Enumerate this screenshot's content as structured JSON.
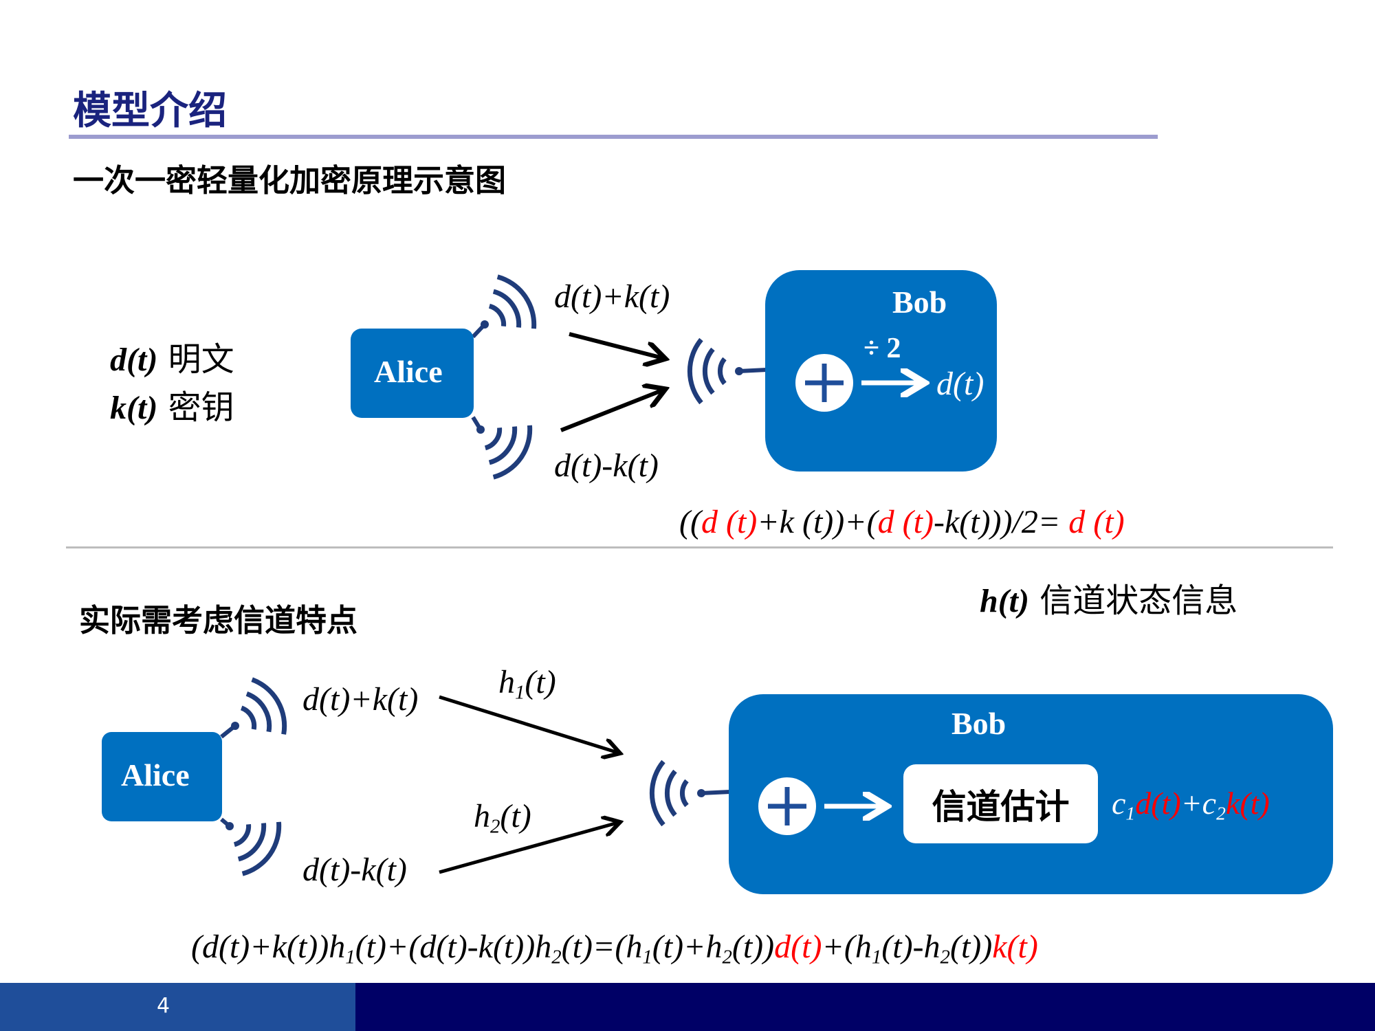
{
  "title": "模型介绍",
  "section1": {
    "heading": "一次一密轻量化加密原理示意图",
    "defs": [
      {
        "sym": "d(t)",
        "label": " 明文"
      },
      {
        "sym": "k(t)",
        "label": " 密钥"
      }
    ],
    "alice": "Alice",
    "bob": "Bob",
    "upper_signal": "d(t)+k(t)",
    "lower_signal": "d(t)-k(t)",
    "divide": "÷ 2",
    "output": "d(t)",
    "formula": [
      {
        "text": "((",
        "color": "black"
      },
      {
        "text": "d (t)",
        "color": "red"
      },
      {
        "text": "+k (t))+(",
        "color": "black"
      },
      {
        "text": "d (t)",
        "color": "red"
      },
      {
        "text": "-k(t)))/2= ",
        "color": "black"
      },
      {
        "text": "d (t)",
        "color": "red"
      }
    ]
  },
  "section2": {
    "heading": "实际需考虑信道特点",
    "channel_def": {
      "sym": "h(t)",
      "label": " 信道状态信息"
    },
    "alice": "Alice",
    "bob": "Bob",
    "upper_signal": "d(t)+k(t)",
    "lower_signal": "d(t)-k(t)",
    "h1": {
      "base": "h",
      "sub": "1",
      "rest": "(t)"
    },
    "h2": {
      "base": "h",
      "sub": "2",
      "rest": "(t)"
    },
    "estimator": "信道估计",
    "output": [
      {
        "text": "c",
        "color": "white"
      },
      {
        "text": "1",
        "color": "white",
        "sub": true
      },
      {
        "text": "d(t)",
        "color": "red"
      },
      {
        "text": "+c",
        "color": "white"
      },
      {
        "text": "2",
        "color": "white",
        "sub": true
      },
      {
        "text": "k(t)",
        "color": "red"
      }
    ],
    "formula": [
      {
        "text": "(d(t)+k(t))h",
        "color": "black"
      },
      {
        "text": "1",
        "color": "black",
        "sub": true
      },
      {
        "text": "(t)+(d(t)-k(t))h",
        "color": "black"
      },
      {
        "text": "2",
        "color": "black",
        "sub": true
      },
      {
        "text": "(t)=(h",
        "color": "black"
      },
      {
        "text": "1",
        "color": "black",
        "sub": true
      },
      {
        "text": "(t)+h",
        "color": "black"
      },
      {
        "text": "2",
        "color": "black",
        "sub": true
      },
      {
        "text": "(t))",
        "color": "black"
      },
      {
        "text": "d(t)",
        "color": "red"
      },
      {
        "text": "+(h",
        "color": "black"
      },
      {
        "text": "1",
        "color": "black",
        "sub": true
      },
      {
        "text": "(t)-h",
        "color": "black"
      },
      {
        "text": "2",
        "color": "black",
        "sub": true
      },
      {
        "text": "(t))",
        "color": "black"
      },
      {
        "text": "k(t)",
        "color": "red"
      }
    ]
  },
  "footer": {
    "page_number": "4"
  },
  "colors": {
    "box": "#0070c0",
    "title": "#1a237e",
    "antenna": "#1f3c7a",
    "footer_dark": "#000066",
    "footer_light": "#1f4e9a"
  }
}
